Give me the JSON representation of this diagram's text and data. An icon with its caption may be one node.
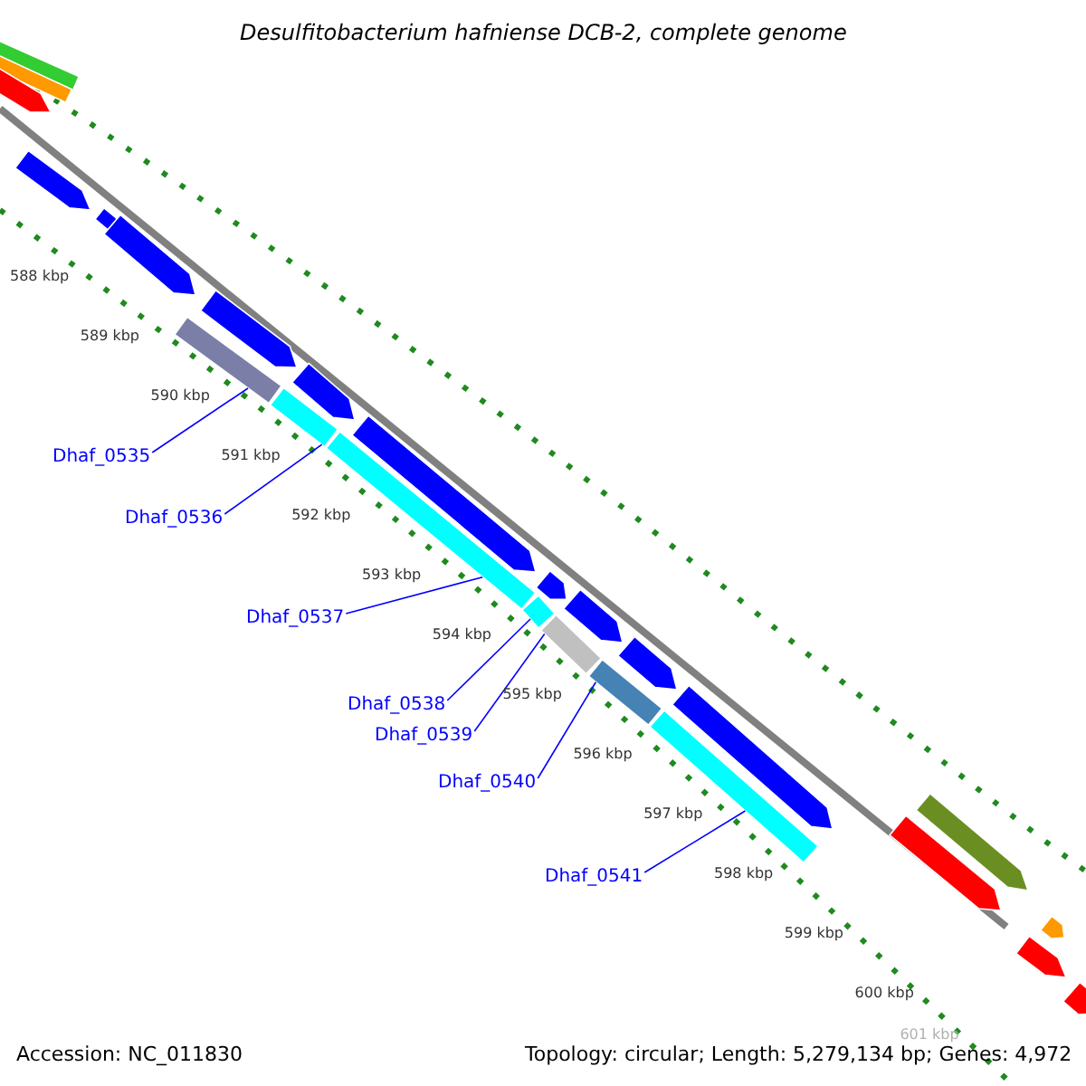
{
  "diagram": {
    "title": "Desulfitobacterium hafniense DCB-2, complete genome",
    "nodes": [
      {
        "text": [
          "Dhaf_0535"
        ]
      },
      {
        "text": [
          "Dhaf_0536"
        ]
      },
      {
        "text": [
          "Dhaf_0537"
        ]
      },
      {
        "text": [
          "Dhaf_0538"
        ]
      },
      {
        "text": [
          "Dhaf_0539"
        ]
      },
      {
        "text": [
          "Dhaf_0540"
        ]
      },
      {
        "text": [
          "Dhaf_0541"
        ]
      },
      {
        "text": [],
        "shape": "bar"
      },
      {
        "text": [],
        "shape": "bar"
      },
      {
        "text": [],
        "shape": "bar"
      },
      {
        "text": [],
        "shape": "bar"
      },
      {
        "text": [],
        "shape": "bar"
      },
      {
        "text": [],
        "shape": "bar"
      },
      {
        "text": [],
        "shape": "bar"
      },
      {
        "text": [],
        "shape": "bar"
      },
      {
        "text": [],
        "shape": "bar"
      },
      {
        "text": [],
        "shape": "arrow"
      },
      {
        "text": [],
        "shape": "arrow"
      },
      {
        "text": [],
        "shape": "arrow"
      },
      {
        "text": [],
        "shape": "arrow"
      },
      {
        "text": [],
        "shape": "arrow"
      },
      {
        "text": [],
        "shape": "arrow"
      },
      {
        "text": [],
        "shape": "arrow"
      },
      {
        "text": [],
        "shape": "arrow"
      },
      {
        "text": [],
        "shape": "arrow"
      },
      {
        "text": [],
        "shape": "arrow"
      },
      {
        "text": [],
        "shape": "arrow"
      },
      {
        "text": [],
        "shape": "arrow"
      },
      {
        "text": [],
        "shape": "arrow"
      },
      {
        "text": [],
        "shape": "arrow"
      },
      {
        "text": [],
        "shape": "arrow"
      },
      {
        "text": [],
        "shape": "arrow"
      }
    ],
    "edges": [
      {
        "from": 0,
        "to": 7,
        "arrow": "none"
      },
      {
        "from": 1,
        "to": 8,
        "arrow": "none"
      },
      {
        "from": 2,
        "to": 9,
        "arrow": "none"
      },
      {
        "from": 3,
        "to": 10,
        "arrow": "none"
      },
      {
        "from": 4,
        "to": 11,
        "arrow": "none"
      },
      {
        "from": 5,
        "to": 12,
        "arrow": "none"
      },
      {
        "from": 6,
        "to": 13,
        "arrow": "none"
      }
    ],
    "labels": [
      "588 kbp",
      "589 kbp",
      "590 kbp",
      "591 kbp",
      "592 kbp",
      "593 kbp",
      "594 kbp",
      "595 kbp",
      "596 kbp",
      "597 kbp",
      "598 kbp",
      "599 kbp",
      "600 kbp",
      "601 kbp",
      "Accession: NC_011830",
      "Topology: circular; Length: 5,279,134 bp; Genes: 4,972"
    ]
  }
}
